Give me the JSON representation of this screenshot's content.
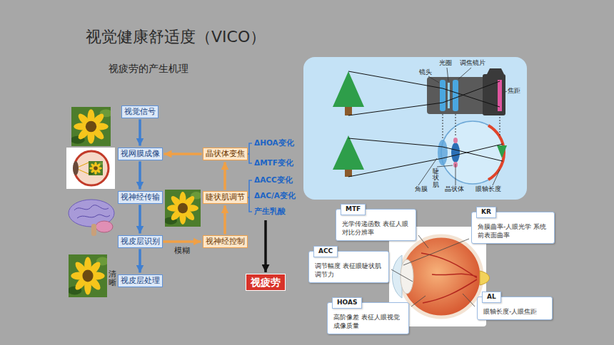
{
  "diagram": {
    "title": "视觉健康舒适度（VICO）",
    "nodes": [
      {
        "text": [
          "视觉信号"
        ]
      },
      {
        "text": [
          "视网膜成像"
        ]
      },
      {
        "text": [
          "视神经传输"
        ]
      },
      {
        "text": [
          "视皮层识别"
        ]
      },
      {
        "text": [
          "视皮层处理"
        ]
      },
      {
        "text": [
          "晶状体变焦"
        ]
      },
      {
        "text": [
          "睫状肌调节"
        ]
      },
      {
        "text": [
          "视神经控制"
        ]
      },
      {
        "text": [
          "视疲劳"
        ]
      },
      {
        "text": [
          "MTF",
          "光学传递函数 表征人眼对比分辨率"
        ]
      },
      {
        "text": [
          "KR",
          "角膜曲率-人眼光学 系统前表面曲率"
        ]
      },
      {
        "text": [
          "ACC",
          "调节幅度 表征眼睫状肌调节力"
        ]
      },
      {
        "text": [
          "HOAS",
          "高阶像差 表征人眼视觉成像质量"
        ]
      },
      {
        "text": [
          "AL",
          "眼轴长度-人眼焦距"
        ]
      }
    ],
    "edges": [
      {
        "from": 0,
        "to": 1,
        "arrow": "to"
      },
      {
        "from": 1,
        "to": 2,
        "arrow": "to"
      },
      {
        "from": 2,
        "to": 3,
        "arrow": "to"
      },
      {
        "from": 3,
        "to": 4,
        "arrow": "to"
      },
      {
        "from": 5,
        "to": 1,
        "arrow": "to"
      },
      {
        "from": 3,
        "to": 7,
        "arrow": "to",
        "label": "模糊"
      },
      {
        "from": 7,
        "to": 6,
        "arrow": "to"
      },
      {
        "from": 6,
        "to": 5,
        "arrow": "to"
      }
    ],
    "labels": [
      "视疲劳的产生机理",
      "ΔHOA变化",
      "ΔMTF变化",
      "ΔACC变化",
      "ΔAC/A变化",
      "产生乳酸",
      "清晰",
      "光圈",
      "调焦镜片",
      "镜头",
      "焦距",
      "角膜",
      "睫状肌",
      "晶状体",
      "眼轴长度"
    ]
  }
}
